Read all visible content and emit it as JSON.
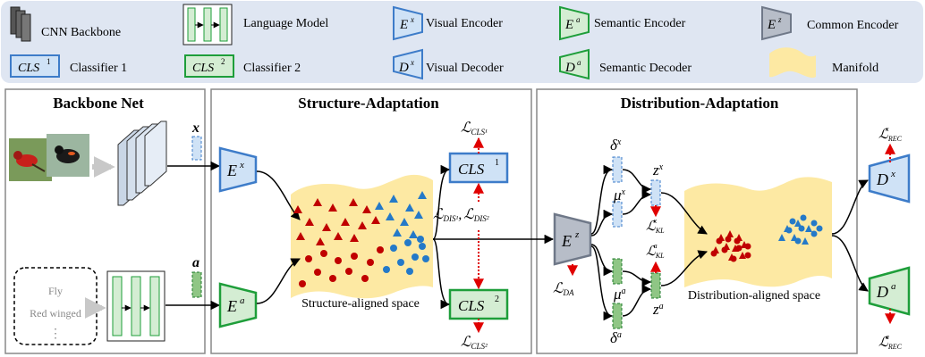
{
  "legend": {
    "cnn_backbone": "CNN Backbone",
    "language_model": "Language Model",
    "visual_encoder": "Visual Encoder",
    "semantic_encoder": "Semantic Encoder",
    "common_encoder": "Common Encoder",
    "classifier_1": "Classifier 1",
    "classifier_2": "Classifier 2",
    "visual_decoder": "Visual Decoder",
    "semantic_decoder": "Semantic Decoder",
    "manifold": "Manifold",
    "sym_ex": "E",
    "sup_x": "x",
    "sym_ea": "E",
    "sup_a": "a",
    "sym_ez": "E",
    "sup_z": "z",
    "sym_dx": "D",
    "sym_da": "D",
    "sym_cls": "CLS",
    "sup_1": "1",
    "sup_2": "2"
  },
  "panels": {
    "backbone": "Backbone Net",
    "structure": "Structure-Adaptation",
    "distribution": "Distribution-Adaptation"
  },
  "labels": {
    "x": "x",
    "a": "a",
    "text_fly": "Fly",
    "text_red_winged": "Red winged",
    "text_dots": "⋮",
    "structure_space": "Structure-aligned space",
    "distribution_space": "Distribution-aligned space",
    "loss_l": "ℒ",
    "sub_cls1": "CLS¹",
    "sub_cls2": "CLS²",
    "sub_dis1": "DIS¹",
    "sub_dis2": "DIS²",
    "comma": ",",
    "sub_da": "DA",
    "sub_kl": "KL",
    "sub_rec": "REC",
    "delta": "δ",
    "mu": "μ",
    "z": "z"
  },
  "colors": {
    "blue_edge": "#3d7cc9",
    "blue_fill": "#cfe2f6",
    "green_edge": "#1e9e3a",
    "green_fill": "#d4edd3",
    "gray_edge": "#6f7888",
    "gray_fill": "#b7bdc8",
    "manifold": "#fde9a3",
    "red_points": "#c00000",
    "blue_points": "#2479c8",
    "loss_arrow": "#e00000",
    "legend_bg": "#dfe6f2"
  }
}
